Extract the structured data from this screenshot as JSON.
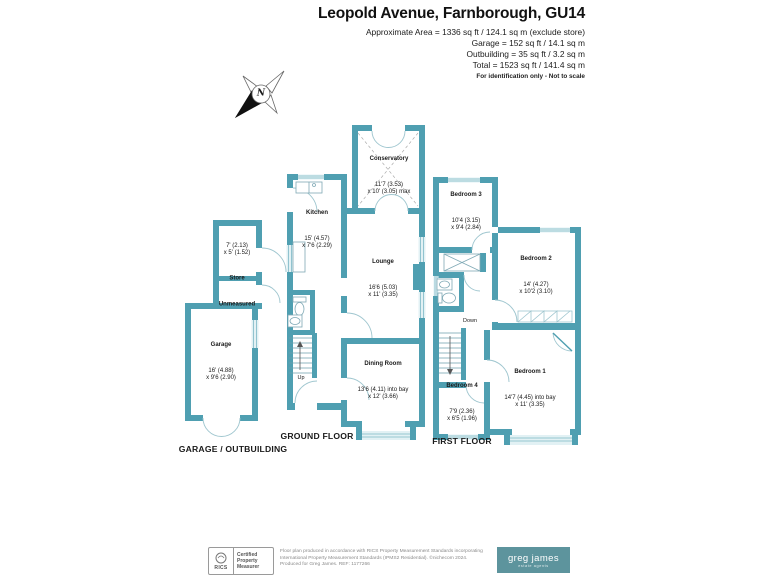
{
  "header": {
    "title": "Leopold Avenue, Farnborough, GU14",
    "lines": [
      "Approximate Area = 1336 sq ft / 124.1 sq m (exclude store)",
      "Garage = 152 sq ft / 14.1 sq m",
      "Outbuilding = 35 sq ft / 3.2 sq m",
      "Total = 1523 sq ft / 141.4 sq m"
    ],
    "note": "For identification only - Not to scale"
  },
  "compass": {
    "label": "N"
  },
  "sections": {
    "garage": {
      "label": "GARAGE / OUTBUILDING"
    },
    "ground": {
      "label": "GROUND FLOOR"
    },
    "first": {
      "label": "FIRST FLOOR"
    }
  },
  "rooms": {
    "outbuilding": {
      "name": "",
      "dims": "7' (2.13)\nx 5' (1.52)"
    },
    "store": {
      "name": "Store",
      "dims": "Unmeasured"
    },
    "garage": {
      "name": "Garage",
      "dims": "16' (4.88)\nx 9'6 (2.90)"
    },
    "conservatory": {
      "name": "Conservatory",
      "dims": "11'7 (3.53)\nx 10' (3.05) max"
    },
    "kitchen": {
      "name": "Kitchen",
      "dims": "15' (4.57)\nx 7'6 (2.29)"
    },
    "lounge": {
      "name": "Lounge",
      "dims": "16'6 (5.03)\nx 11' (3.35)"
    },
    "dining": {
      "name": "Dining Room",
      "dims": "13'6 (4.11) into bay\nx 12' (3.66)"
    },
    "bedroom1": {
      "name": "Bedroom 1",
      "dims": "14'7 (4.45) into bay\nx 11' (3.35)"
    },
    "bedroom2": {
      "name": "Bedroom 2",
      "dims": "14' (4.27)\nx 10'2 (3.10)"
    },
    "bedroom3": {
      "name": "Bedroom 3",
      "dims": "10'4 (3.15)\nx 9'4 (2.84)"
    },
    "bedroom4": {
      "name": "Bedroom 4",
      "dims": "7'9 (2.36)\nx 6'5 (1.96)"
    }
  },
  "stairs": {
    "up": "Up",
    "down": "Down"
  },
  "footer": {
    "rics_name": "RICS",
    "rics_cert": "Certified\nProperty\nMeasurer",
    "disclaimer1": "Floor plan produced in accordance with RICS Property Measurement Standards incorporating",
    "disclaimer2": "International Property Measurement Standards (IPMS2 Residential).   ©nichecom 2024.",
    "disclaimer3": "Produced for Greg James.   REF: 1177266",
    "brand": "greg james",
    "brand_tagline": "estate agents"
  },
  "colors": {
    "wall": "#4f9fb1",
    "window": "#e2f1f4",
    "brand_bg": "#5d949d"
  }
}
